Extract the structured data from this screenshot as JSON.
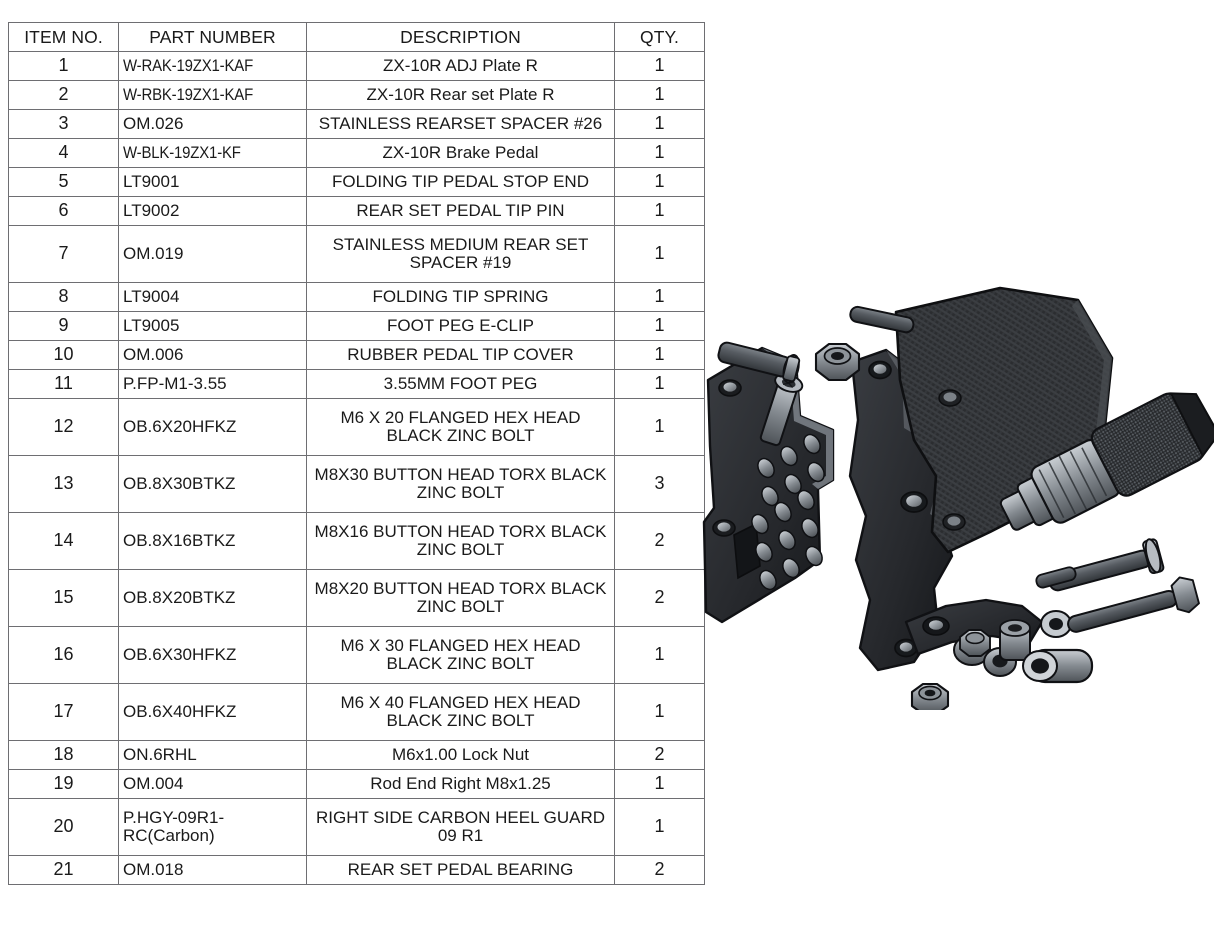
{
  "table": {
    "headers": {
      "item": "ITEM NO.",
      "part": "PART NUMBER",
      "description": "DESCRIPTION",
      "qty": "QTY."
    },
    "rows": [
      {
        "item": "1",
        "part": "W-RAK-19ZX1-KAF",
        "description": "ZX-10R ADJ Plate R",
        "qty": "1",
        "lines": 1,
        "narrow": true
      },
      {
        "item": "2",
        "part": "W-RBK-19ZX1-KAF",
        "description": "ZX-10R Rear set Plate R",
        "qty": "1",
        "lines": 1,
        "narrow": true
      },
      {
        "item": "3",
        "part": "OM.026",
        "description": "STAINLESS REARSET SPACER #26",
        "qty": "1",
        "lines": 1,
        "narrow": false
      },
      {
        "item": "4",
        "part": "W-BLK-19ZX1-KF",
        "description": "ZX-10R Brake Pedal",
        "qty": "1",
        "lines": 1,
        "narrow": true
      },
      {
        "item": "5",
        "part": "LT9001",
        "description": "FOLDING TIP PEDAL STOP END",
        "qty": "1",
        "lines": 1,
        "narrow": false
      },
      {
        "item": "6",
        "part": "LT9002",
        "description": "REAR SET PEDAL TIP PIN",
        "qty": "1",
        "lines": 1,
        "narrow": false
      },
      {
        "item": "7",
        "part": "OM.019",
        "description": "STAINLESS MEDIUM REAR SET SPACER #19",
        "qty": "1",
        "lines": 2,
        "narrow": false
      },
      {
        "item": "8",
        "part": "LT9004",
        "description": "FOLDING TIP SPRING",
        "qty": "1",
        "lines": 1,
        "narrow": false
      },
      {
        "item": "9",
        "part": "LT9005",
        "description": "FOOT PEG E-CLIP",
        "qty": "1",
        "lines": 1,
        "narrow": false
      },
      {
        "item": "10",
        "part": "OM.006",
        "description": "RUBBER PEDAL TIP COVER",
        "qty": "1",
        "lines": 1,
        "narrow": false
      },
      {
        "item": "11",
        "part": "P.FP-M1-3.55",
        "description": "3.55MM FOOT PEG",
        "qty": "1",
        "lines": 1,
        "narrow": false
      },
      {
        "item": "12",
        "part": "OB.6X20HFKZ",
        "description": "M6 X 20 FLANGED HEX HEAD BLACK ZINC BOLT",
        "qty": "1",
        "lines": 2,
        "narrow": false
      },
      {
        "item": "13",
        "part": "OB.8X30BTKZ",
        "description": "M8X30 BUTTON HEAD TORX BLACK ZINC BOLT",
        "qty": "3",
        "lines": 2,
        "narrow": false
      },
      {
        "item": "14",
        "part": "OB.8X16BTKZ",
        "description": "M8X16 BUTTON HEAD TORX BLACK ZINC BOLT",
        "qty": "2",
        "lines": 2,
        "narrow": false
      },
      {
        "item": "15",
        "part": "OB.8X20BTKZ",
        "description": "M8X20 BUTTON HEAD TORX BLACK ZINC BOLT",
        "qty": "2",
        "lines": 2,
        "narrow": false
      },
      {
        "item": "16",
        "part": "OB.6X30HFKZ",
        "description": "M6 X 30 FLANGED HEX HEAD BLACK ZINC BOLT",
        "qty": "1",
        "lines": 2,
        "narrow": false
      },
      {
        "item": "17",
        "part": "OB.6X40HFKZ",
        "description": "M6 X 40 FLANGED HEX HEAD BLACK ZINC BOLT",
        "qty": "1",
        "lines": 2,
        "narrow": false
      },
      {
        "item": "18",
        "part": "ON.6RHL",
        "description": "M6x1.00 Lock Nut",
        "qty": "2",
        "lines": 1,
        "narrow": false
      },
      {
        "item": "19",
        "part": "OM.004",
        "description": "Rod End Right M8x1.25",
        "qty": "1",
        "lines": 1,
        "narrow": false
      },
      {
        "item": "20",
        "part": "P.HGY-09R1-\nRC(Carbon)",
        "description": "RIGHT SIDE CARBON HEEL GUARD 09 R1",
        "qty": "1",
        "lines": 2,
        "narrow": false
      },
      {
        "item": "21",
        "part": "OM.018",
        "description": "REAR SET PEDAL BEARING",
        "qty": "2",
        "lines": 1,
        "narrow": false
      }
    ]
  },
  "diagram": {
    "title": "exploded-rearset-assembly",
    "colors": {
      "body_dark": "#2b2d31",
      "body_darker": "#1c1e21",
      "metal_light": "#b9bec4",
      "metal_mid": "#8a9096",
      "metal_dark": "#5d6368",
      "outline": "#111214",
      "carbon": "#2e3033",
      "background": "#ffffff"
    },
    "parts": [
      "adj-plate-r",
      "rear-set-plate-r",
      "carbon-heel-guard",
      "foot-peg",
      "brake-pedal",
      "rod-end",
      "flanged-hex-bolts",
      "button-head-torx-bolts",
      "lock-nuts",
      "spacers",
      "pedal-bearings"
    ]
  }
}
